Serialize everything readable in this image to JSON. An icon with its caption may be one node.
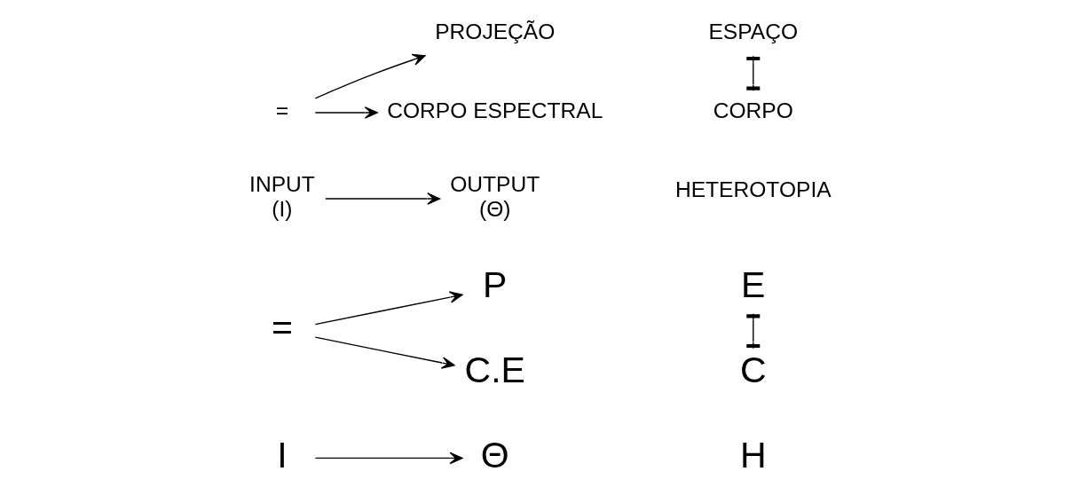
{
  "diagram": {
    "nodes": [
      {
        "text": [
          "I"
        ]
      },
      {
        "text": [
          "Θ"
        ]
      },
      {
        "text": [
          "="
        ]
      },
      {
        "text": [
          "P"
        ]
      },
      {
        "text": [
          "C.E"
        ]
      },
      {
        "text": [
          "E"
        ]
      },
      {
        "text": [
          "C"
        ]
      },
      {
        "text": [
          "INPUT",
          "(I)"
        ]
      },
      {
        "text": [
          "OUTPUT",
          "(Θ)"
        ]
      },
      {
        "text": [
          "="
        ]
      },
      {
        "text": [
          "PROJEÇÃO"
        ]
      },
      {
        "text": [
          "CORPO ESPECTRAL"
        ]
      },
      {
        "text": [
          "ESPAÇO"
        ]
      },
      {
        "text": [
          "CORPO"
        ]
      }
    ],
    "edges": [
      {
        "from": 0,
        "to": 1,
        "arrow": "to"
      },
      {
        "from": 2,
        "to": 3,
        "arrow": "to"
      },
      {
        "from": 2,
        "to": 4,
        "arrow": "to"
      },
      {
        "from": 5,
        "to": 6,
        "arrow": "other"
      },
      {
        "from": 7,
        "to": 8,
        "arrow": "to"
      },
      {
        "from": 9,
        "to": 10,
        "arrow": "to"
      },
      {
        "from": 9,
        "to": 11,
        "arrow": "to"
      },
      {
        "from": 12,
        "to": 13,
        "arrow": "other"
      }
    ],
    "labels": [
      "H",
      "HETEROTOPIA"
    ]
  }
}
